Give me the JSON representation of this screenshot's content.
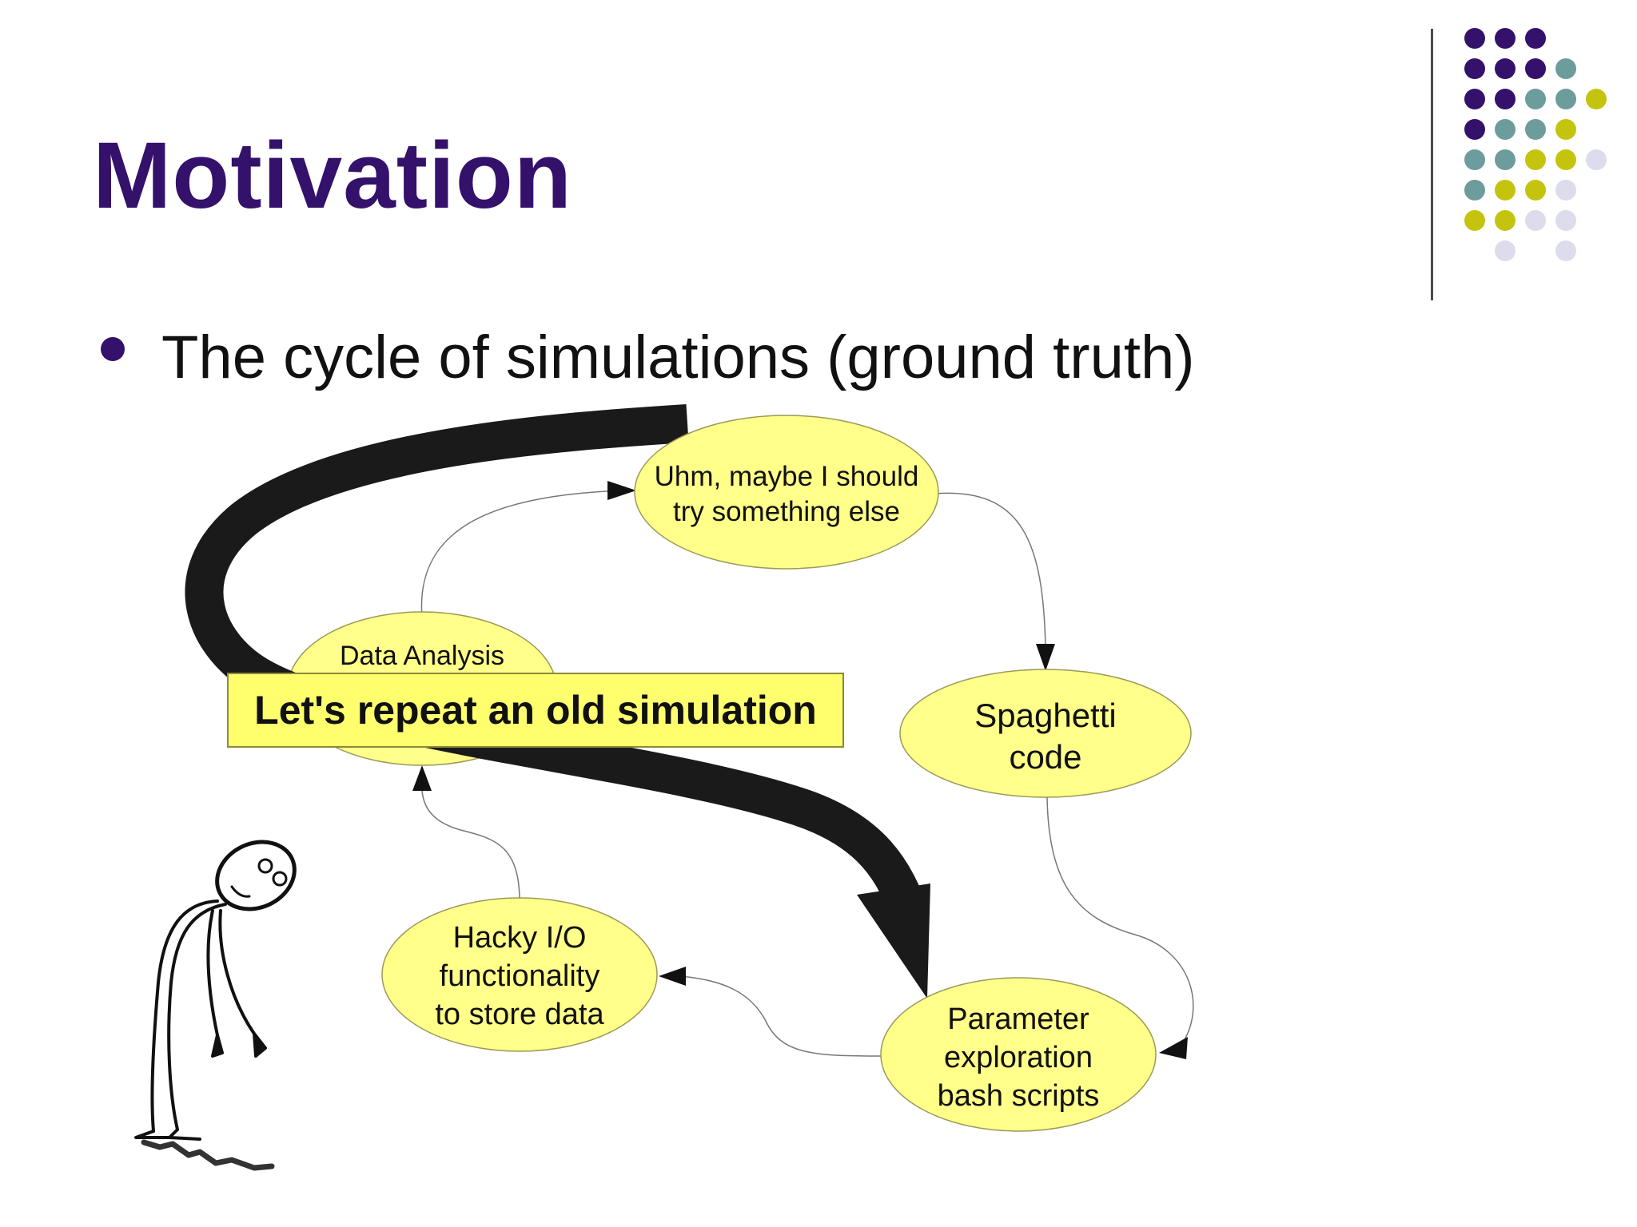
{
  "slide": {
    "title": "Motivation",
    "bullet": "The cycle of simulations (ground truth)",
    "title_color": "#34116b"
  },
  "diagram": {
    "nodes": {
      "uhm_line1": "Uhm, maybe I should",
      "uhm_line2": "try something else",
      "data_analysis": "Data Analysis",
      "spaghetti_line1": "Spaghetti",
      "spaghetti_line2": "code",
      "hacky_line1": "Hacky I/O",
      "hacky_line2": "functionality",
      "hacky_line3": "to store data",
      "param_line1": "Parameter",
      "param_line2": "exploration",
      "param_line3": "bash scripts"
    },
    "banner": "Let's repeat an old simulation",
    "node_fill": "#ffff8a",
    "banner_fill": "#ffff6e"
  },
  "decoration": {
    "dot_colors": [
      "#34116b",
      "#6c9c9c",
      "#c4c40e",
      "#dcdcec"
    ]
  }
}
